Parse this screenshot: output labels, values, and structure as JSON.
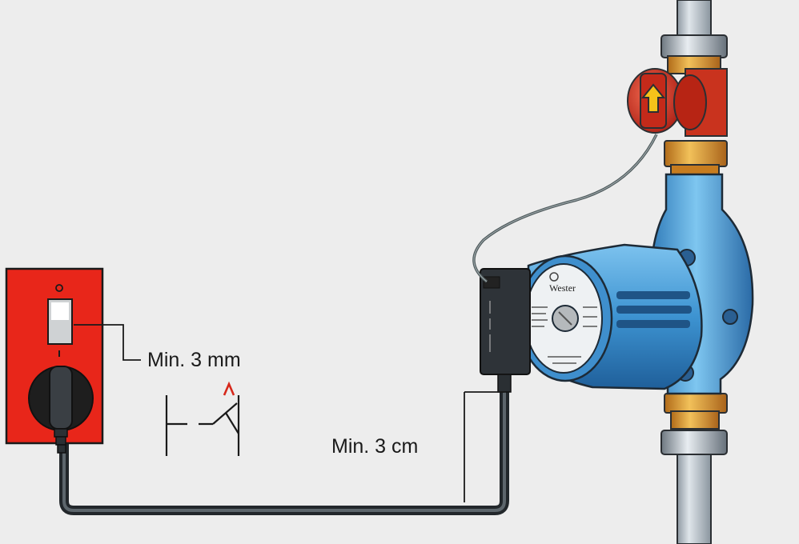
{
  "labels": {
    "switch_gap": "Min. 3 mm",
    "cable_clearance": "Min. 3 cm"
  },
  "pump": {
    "brand": "Wester"
  },
  "colors": {
    "background": "#ededed",
    "wall_socket": "#e8261a",
    "pump_body": "#4a9fd8",
    "valve": "#d6301f",
    "fitting": "#e0a032",
    "pipe": "#b9c3cb",
    "cable": "#33383d"
  },
  "icons": [
    "wall-socket-icon",
    "switch-symbol-icon",
    "circulation-pump-icon",
    "flow-direction-arrow-icon"
  ]
}
